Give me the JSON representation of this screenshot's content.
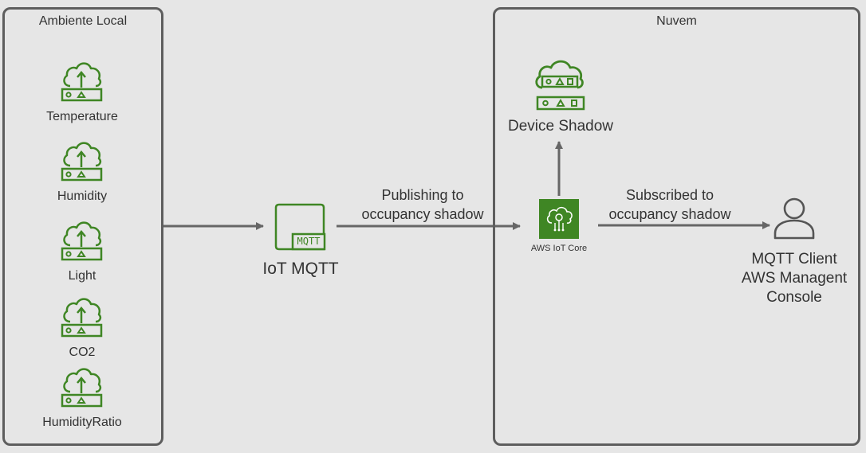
{
  "zones": {
    "local": {
      "title": "Ambiente Local"
    },
    "cloud": {
      "title": "Nuvem"
    }
  },
  "sensors": [
    {
      "label": "Temperature",
      "icon": "iot-sensor-cloud-icon"
    },
    {
      "label": "Humidity",
      "icon": "iot-sensor-cloud-icon"
    },
    {
      "label": "Light",
      "icon": "iot-sensor-cloud-icon"
    },
    {
      "label": "CO2",
      "icon": "iot-sensor-cloud-icon"
    },
    {
      "label": "HumidityRatio",
      "icon": "iot-sensor-cloud-icon"
    }
  ],
  "mqtt": {
    "label": "IoT MQTT",
    "badge": "MQTT"
  },
  "iot_core": {
    "label": "AWS IoT Core"
  },
  "shadow": {
    "label": "Device Shadow"
  },
  "client": {
    "line1": "MQTT Client",
    "line2": "AWS Managent",
    "line3": "Console"
  },
  "edges": {
    "publish": {
      "line1": "Publishing to",
      "line2": "occupancy shadow"
    },
    "subscribe": {
      "line1": "Subscribed to",
      "line2": "occupancy shadow"
    }
  },
  "colors": {
    "green": "#3f8624",
    "border": "#5e5e5e",
    "arrow": "#666666",
    "background": "#e6e6e6"
  }
}
